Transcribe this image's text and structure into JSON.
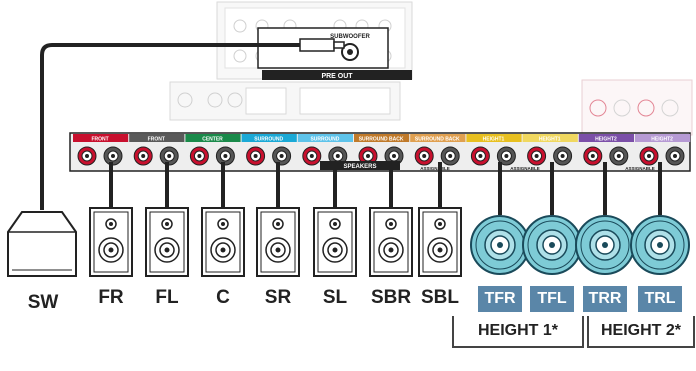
{
  "panel": {
    "preout_label": "PRE OUT",
    "speakers_label": "SPEAKERS",
    "assignable_label": "ASSIGNABLE",
    "preout_subwoofer_label": "SUBWOOFER",
    "terminal_headers": [
      {
        "text": "FRONT",
        "color": "#c8102e"
      },
      {
        "text": "FRONT",
        "color": "#5a5a5a"
      },
      {
        "text": "CENTER",
        "color": "#1a8a4a"
      },
      {
        "text": "SURROUND",
        "color": "#1aa9d6"
      },
      {
        "text": "SURROUND",
        "color": "#5ec3ea"
      },
      {
        "text": "SURROUND BACK",
        "color": "#c07a2a"
      },
      {
        "text": "SURROUND BACK",
        "color": "#e0a050"
      },
      {
        "text": "HEIGHT1",
        "color": "#e8c020"
      },
      {
        "text": "HEIGHT1",
        "color": "#f0d860"
      },
      {
        "text": "HEIGHT2",
        "color": "#7b4fa8"
      },
      {
        "text": "HEIGHT2",
        "color": "#b69ad4"
      }
    ]
  },
  "speakers": [
    {
      "label": "SW",
      "kind": "subwoofer"
    },
    {
      "label": "FR",
      "kind": "floor"
    },
    {
      "label": "FL",
      "kind": "floor"
    },
    {
      "label": "C",
      "kind": "floor"
    },
    {
      "label": "SR",
      "kind": "floor"
    },
    {
      "label": "SL",
      "kind": "floor"
    },
    {
      "label": "SBR",
      "kind": "floor"
    },
    {
      "label": "SBL",
      "kind": "floor"
    },
    {
      "label": "TFR",
      "kind": "ceiling"
    },
    {
      "label": "TFL",
      "kind": "ceiling"
    },
    {
      "label": "TRR",
      "kind": "ceiling"
    },
    {
      "label": "TRL",
      "kind": "ceiling"
    }
  ],
  "groups": [
    {
      "label": "HEIGHT 1*"
    },
    {
      "label": "HEIGHT 2*"
    }
  ],
  "colors": {
    "accent_box": "#5a86a8",
    "ceiling_speaker": "#7ecbd6",
    "panel_bg": "#eeeeee"
  }
}
